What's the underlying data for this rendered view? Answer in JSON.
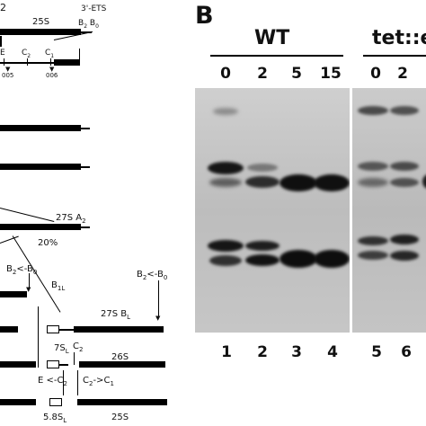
{
  "panel_a": {
    "labels": {
      "top_cut": "2",
      "ets3": "3'-ETS",
      "s25_top": "25S",
      "b2": "B",
      "b2_sub": "2",
      "b0": "B",
      "b0_sub": "0",
      "e_site": "E",
      "c2": "C",
      "c2_sub": "2",
      "c1": "C",
      "c1_sub": "1",
      "probe_005": "005",
      "probe_006": "006",
      "s27a2": "27S A",
      "s27a2_sub": "2",
      "pct": "20%",
      "b2b0_left": "B",
      "b2b0_left_mid": "<-B",
      "b1l": "B",
      "b1l_sub": "1L",
      "b2b0_right": "B",
      "b2b0_right_mid": "<-B",
      "s27sbl": "27S B",
      "s27sbl_sub": "L",
      "s7sl": "7S",
      "s7sl_sub": "L",
      "c2_lower": "C",
      "c2_lower_sub": "2",
      "s26": "26S",
      "e_c2": "E <-C",
      "e_c2_sub": "2",
      "c2_c1": "C",
      "c2_c1_mid": "->C",
      "c2_c1_sub": "1",
      "s58": "5.8S",
      "s58_sub": "L",
      "s25_bottom": "25S"
    }
  },
  "panel_b": {
    "letter": "B",
    "wt_label": "WT",
    "tet_label": "tet::e",
    "timepoints_wt": [
      "0",
      "2",
      "5",
      "15"
    ],
    "timepoints_tet": [
      "0",
      "2"
    ],
    "lanes_wt": [
      "1",
      "2",
      "3",
      "4"
    ],
    "lanes_tet": [
      "5",
      "6"
    ]
  }
}
